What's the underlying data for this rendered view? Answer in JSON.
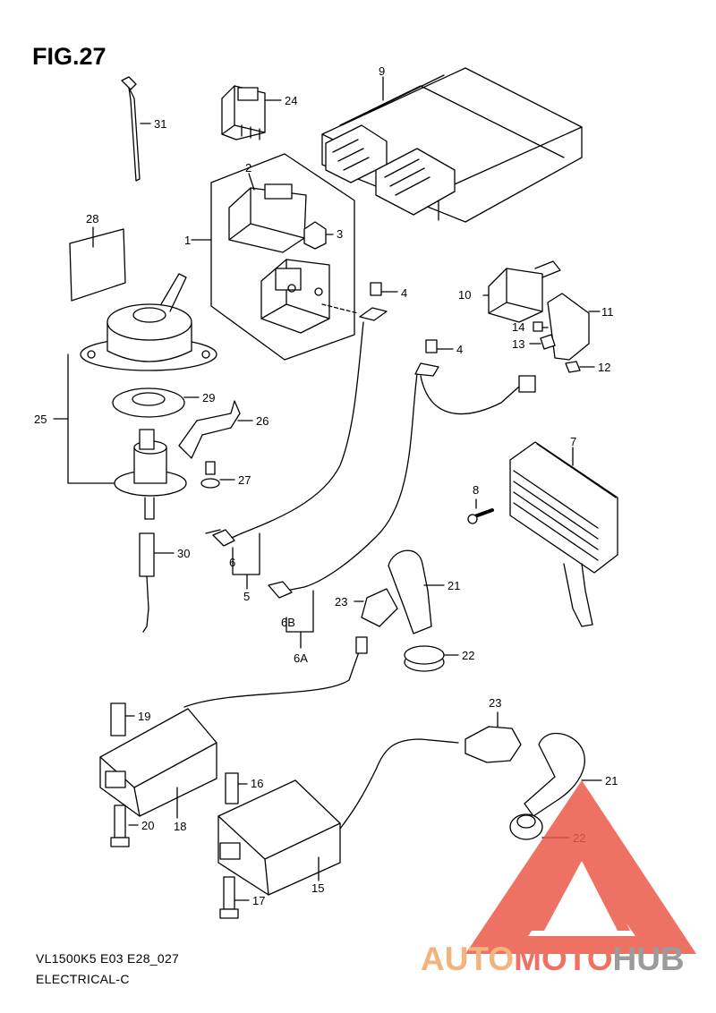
{
  "figure": {
    "title": "FIG.27"
  },
  "footer": {
    "model": "VL1500K5 E03 E28_027",
    "section": "ELECTRICAL-C"
  },
  "callouts": {
    "c1": "1",
    "c2": "2",
    "c3": "3",
    "c4a": "4",
    "c4b": "4",
    "c5": "5",
    "c6": "6",
    "c6a": "6A",
    "c6b": "6B",
    "c7": "7",
    "c8": "8",
    "c9": "9",
    "c10": "10",
    "c11": "11",
    "c12": "12",
    "c13": "13",
    "c14": "14",
    "c15": "15",
    "c16": "16",
    "c17": "17",
    "c18": "18",
    "c19": "19",
    "c20": "20",
    "c21a": "21",
    "c21b": "21",
    "c22a": "22",
    "c22b": "22",
    "c23a": "23",
    "c23b": "23",
    "c24": "24",
    "c25": "25",
    "c26": "26",
    "c27": "27",
    "c28": "28",
    "c29": "29",
    "c30": "30",
    "c31": "31"
  },
  "watermark": {
    "part1": "AUTO",
    "part2": "MOTO",
    "part3": "HUB",
    "color_orange": "#f0a868",
    "color_red": "#ec5a4a",
    "color_gray": "#8a8a8a"
  }
}
